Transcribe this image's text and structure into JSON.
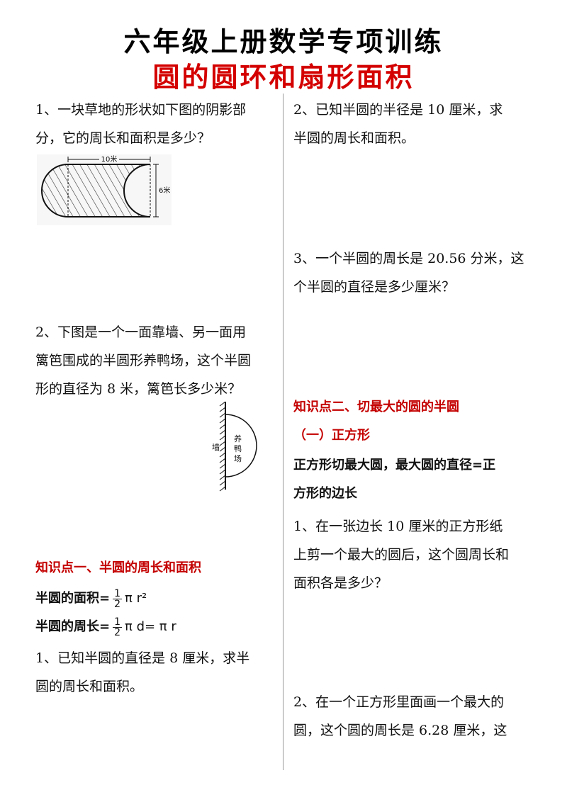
{
  "header": {
    "title": "六年级上册数学专项训练",
    "subtitle": "圆的圆环和扇形面积"
  },
  "left": {
    "q1_line1": "1、一块草地的形状如下图的阴影部",
    "q1_line2": "分，它的周长和面积是多少？",
    "fig1_top_label": "10米",
    "fig1_side_label": "6米",
    "q2_line1": "2、下图是一个一面靠墙、另一面用",
    "q2_line2": "篱笆围成的半圆形养鸭场，这个半圆",
    "q2_line3": "形的直径为 8 米，篱笆长多少米？",
    "fig2_wall_label": "墙",
    "fig2_farm_label_1": "养",
    "fig2_farm_label_2": "鸭",
    "fig2_farm_label_3": "场",
    "section1_title": "知识点一、半圆的周长和面积",
    "area_label": "半圆的面积=",
    "frac_num": "1",
    "frac_den": "2",
    "area_tail": "π r²",
    "perimeter_label": "半圆的周长=",
    "perimeter_tail": "π d= π r",
    "q3_line1": "1、已知半圆的直径是 8 厘米，求半",
    "q3_line2": "圆的周长和面积。"
  },
  "right": {
    "q1_line1": "2、已知半圆的半径是 10 厘米，求",
    "q1_line2": "半圆的周长和面积。",
    "q2_line1": "3、一个半圆的周长是 20.56 分米，这",
    "q2_line2": "个半圆的直径是多少厘米？",
    "section2_title": "知识点二、切最大的圆的半圆",
    "sub_title": "（一）正方形",
    "rule_line1": "正方形切最大圆，最大圆的直径=正",
    "rule_line2": "方形的边长",
    "q3_line1": "1、在一张边长 10 厘米的正方形纸",
    "q3_line2": "上剪一个最大的圆后，这个圆周长和",
    "q3_line3": "面积各是多少？",
    "q4_line1": "2、在一个正方形里面画一个最大的",
    "q4_line2": "圆，这个圆的周长是 6.28 厘米，这"
  }
}
